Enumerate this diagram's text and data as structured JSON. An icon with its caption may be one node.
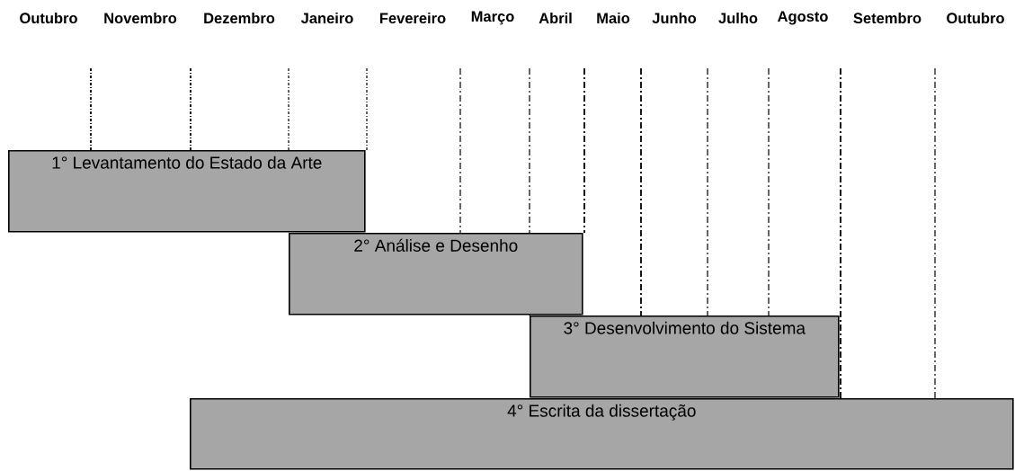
{
  "diagram": {
    "nodes": [
      {
        "text": [
          "1° Levantamento do Estado da Arte"
        ]
      },
      {
        "text": [
          "2° Análise e Desenho"
        ]
      },
      {
        "text": [
          "3° Desenvolvimento do Sistema"
        ]
      },
      {
        "text": [
          "4° Escrita da dissertação"
        ]
      }
    ],
    "labels": [
      "Outubro",
      "Novembro",
      "Dezembro",
      "Janeiro",
      "Fevereiro",
      "Março",
      "Abril",
      "Maio",
      "Junho",
      "Julho",
      "Agosto",
      "Setembro",
      "Outubro"
    ]
  }
}
